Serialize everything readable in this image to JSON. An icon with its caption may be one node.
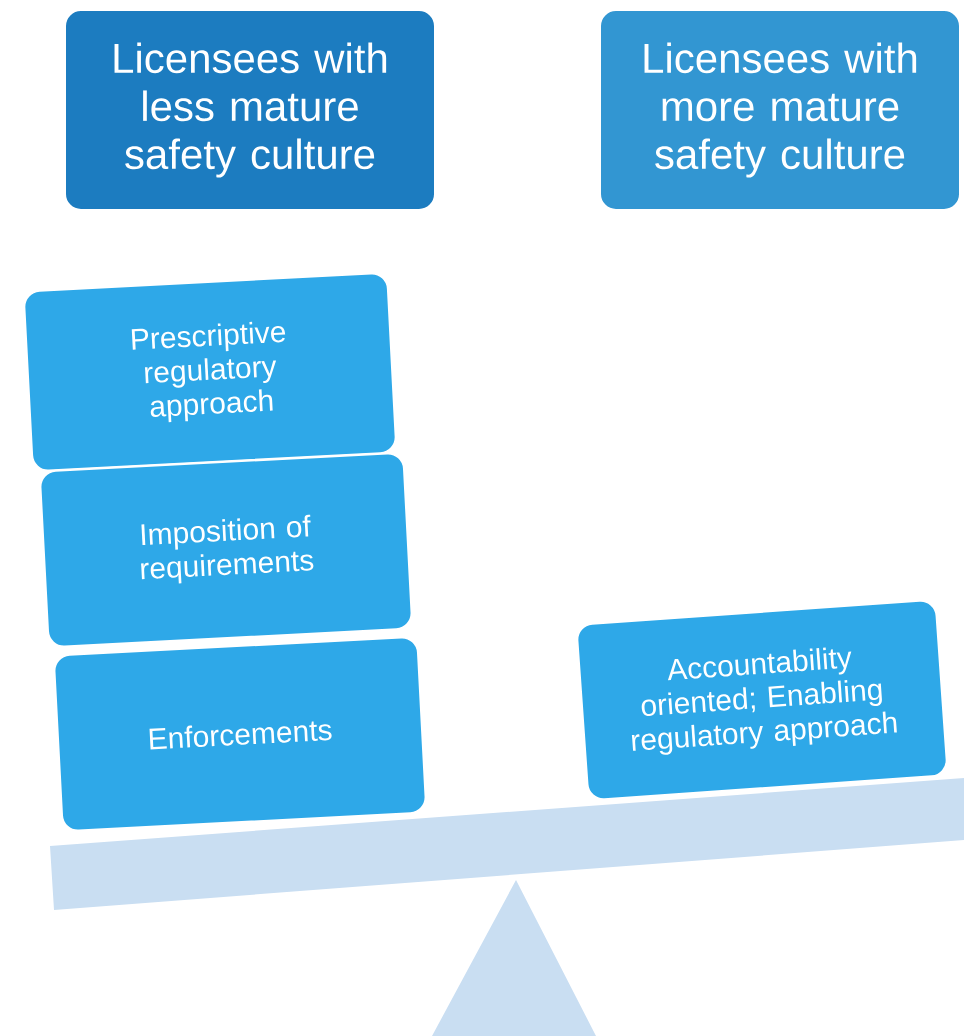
{
  "diagram": {
    "nodes": [
      {
        "text": [
          "Licensees with less mature safety culture"
        ]
      },
      {
        "text": [
          "Licensees with more mature safety culture"
        ]
      },
      {
        "text": [
          "Prescriptive regulatory approach"
        ]
      },
      {
        "text": [
          "Imposition of requirements"
        ]
      },
      {
        "text": [
          "Enforcements"
        ]
      },
      {
        "text": [
          "Accountability oriented; Enabling regulatory approach"
        ]
      }
    ]
  }
}
